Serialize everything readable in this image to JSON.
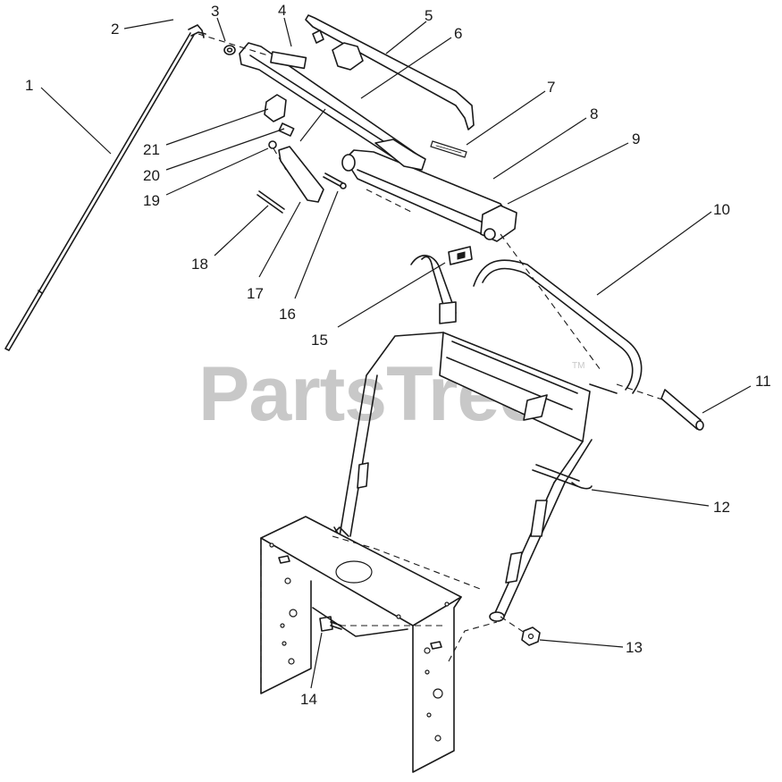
{
  "watermark": {
    "text": "PartsTree",
    "trademark": "TM"
  },
  "callouts": [
    {
      "id": "c1",
      "label": "1"
    },
    {
      "id": "c2",
      "label": "2"
    },
    {
      "id": "c3",
      "label": "3"
    },
    {
      "id": "c4",
      "label": "4"
    },
    {
      "id": "c5",
      "label": "5"
    },
    {
      "id": "c6",
      "label": "6"
    },
    {
      "id": "c7",
      "label": "7"
    },
    {
      "id": "c8",
      "label": "8"
    },
    {
      "id": "c9",
      "label": "9"
    },
    {
      "id": "c10",
      "label": "10"
    },
    {
      "id": "c11",
      "label": "11"
    },
    {
      "id": "c12",
      "label": "12"
    },
    {
      "id": "c13",
      "label": "13"
    },
    {
      "id": "c14",
      "label": "14"
    },
    {
      "id": "c15",
      "label": "15"
    },
    {
      "id": "c16",
      "label": "16"
    },
    {
      "id": "c17",
      "label": "17"
    },
    {
      "id": "c18",
      "label": "18"
    },
    {
      "id": "c19",
      "label": "19"
    },
    {
      "id": "c20",
      "label": "20"
    },
    {
      "id": "c21",
      "label": "21"
    }
  ],
  "colors": {
    "line": "#1a1a1a",
    "watermark": "#c8c8c8",
    "background": "#ffffff"
  }
}
